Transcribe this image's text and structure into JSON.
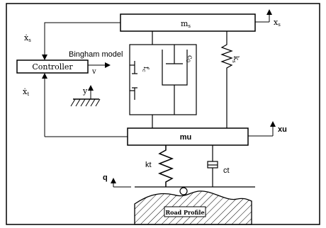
{
  "diagram": {
    "labels": {
      "sprung_mass": "m",
      "sprung_mass_sub": "s",
      "sprung_disp": "x",
      "sprung_disp_sub": "s",
      "sprung_vel": "ẋ",
      "sprung_vel_sub": "s",
      "controller": "Controller",
      "bingham_model": "Bingham model",
      "control_v": "v",
      "unsprung_vel": "ẋ",
      "unsprung_vel_sub": "t",
      "y_axis": "y",
      "friction": "f",
      "friction_sub": "c",
      "damping": "c",
      "damping_sub": "0",
      "suspension_stiffness": "k",
      "suspension_stiffness_sub": "s",
      "unsprung_mass": "mu",
      "unsprung_disp": "xu",
      "tire_stiffness": "kt",
      "tire_damping": "ct",
      "road_input": "q",
      "road_profile": "Road Profile"
    }
  }
}
